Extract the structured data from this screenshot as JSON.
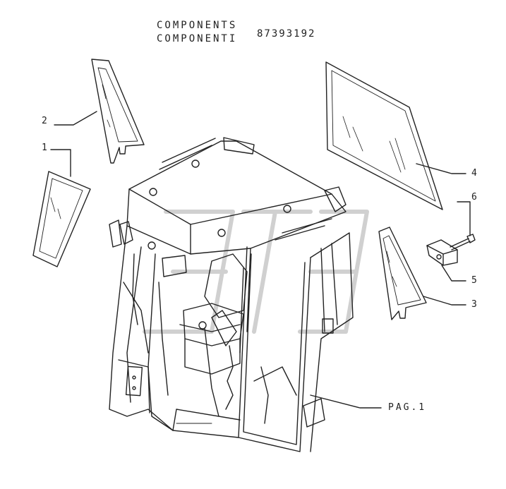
{
  "header": {
    "line1": "COMPONENTS",
    "line2": "COMPONENTI",
    "code": "87393192"
  },
  "callouts": {
    "c1": "1",
    "c2": "2",
    "c3": "3",
    "c4": "4",
    "c5": "5",
    "c6": "6",
    "page_ref": "PAG.1"
  },
  "colors": {
    "line": "#222222",
    "watermark": "#d8d8d8"
  }
}
